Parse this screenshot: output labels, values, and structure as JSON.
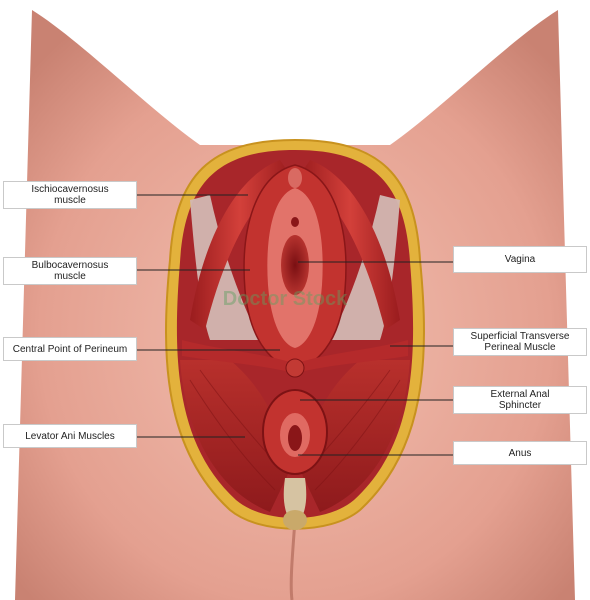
{
  "labels": {
    "ischiocavernosus": "Ischiocavernosus\nmuscle",
    "bulbocavernosus": "Bulbocavernosus\nmuscle",
    "central_point": "Central Point of Perineum",
    "levator_ani": "Levator Ani Muscles",
    "vagina": "Vagina",
    "superficial_transverse": "Superficial Transverse\nPerineal Muscle",
    "external_anal_sphincter": "External Anal\nSphincter",
    "anus": "Anus"
  },
  "watermark": "Doctor Stock",
  "colors": {
    "skin": "#e8a99a",
    "skin_shadow": "#cf8a7a",
    "fat": "#e3b23c",
    "muscle": "#b5282a",
    "muscle_light": "#d9453e",
    "muscle_dark": "#7d1214",
    "membrane": "#d8b8b4",
    "leader": "#222222"
  }
}
